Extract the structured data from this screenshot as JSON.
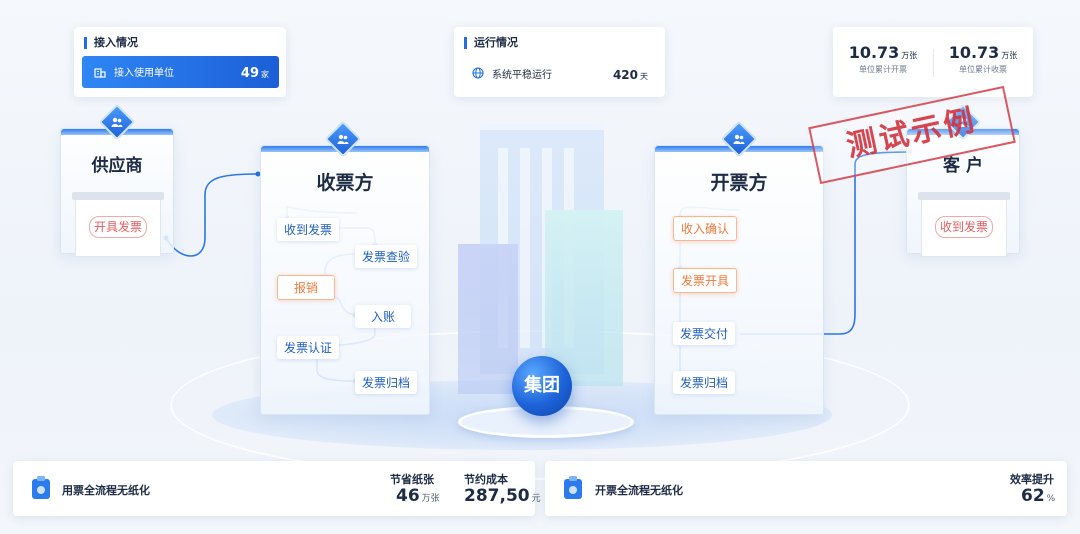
{
  "access": {
    "title": "接入情况",
    "row_label": "接入使用单位",
    "row_value": "49",
    "row_unit": "家"
  },
  "runtime": {
    "title": "运行情况",
    "row_label": "系统平稳运行",
    "row_value": "420",
    "row_unit": "天"
  },
  "totals": [
    {
      "value": "10.73",
      "unit": "万张",
      "label": "单位累计开票"
    },
    {
      "value": "10.73",
      "unit": "万张",
      "label": "单位累计收票"
    }
  ],
  "supplier": {
    "title": "供应商",
    "stamp": "开具发票"
  },
  "receiver": {
    "title": "收票方",
    "steps": [
      "收到发票",
      "发票查验",
      "报销",
      "入账",
      "发票认证",
      "发票归档"
    ]
  },
  "issuer": {
    "title": "开票方",
    "steps": [
      "收入确认",
      "发票开具",
      "发票交付",
      "发票归档"
    ]
  },
  "customer": {
    "title": "客 户",
    "stamp": "收到发票"
  },
  "watermark": "测试示例",
  "center": "集团",
  "bottom_left": {
    "label": "用票全流程无纸化",
    "metrics": [
      {
        "label": "节省纸张",
        "value": "46",
        "unit": "万张"
      },
      {
        "label": "节约成本",
        "value": "287,50",
        "unit": "元"
      }
    ]
  },
  "bottom_right": {
    "label": "开票全流程无纸化",
    "metric": {
      "label": "效率提升",
      "value": "62",
      "unit": "%"
    }
  },
  "colors": {
    "accent": "#1f6fe0",
    "highlight": "#ef7a3c",
    "stamp": "#e55d5d"
  }
}
